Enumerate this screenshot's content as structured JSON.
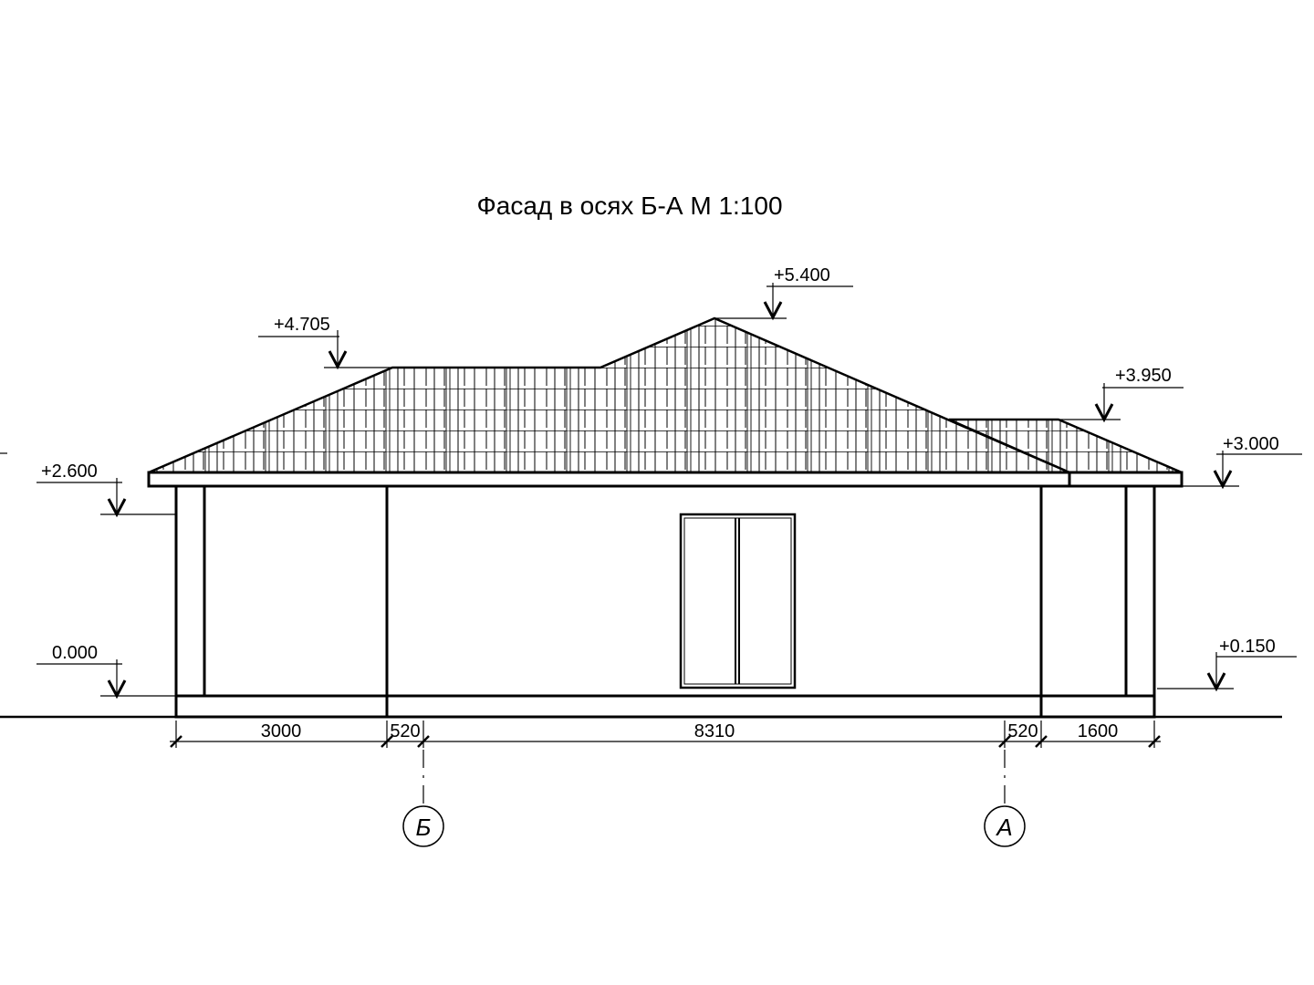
{
  "title": "Фасад в осях Б-А М 1:100",
  "levels": {
    "roof_left": "+4.705",
    "ridge": "+5.400",
    "roof_right": "+3.950",
    "eave_right": "+3.000",
    "eave_left": "+2.600",
    "ground_left": "0.000",
    "plinth_right": "+0.150"
  },
  "dimensions": [
    "3000",
    "520",
    "8310",
    "520",
    "1600"
  ],
  "axes": [
    "Б",
    "А"
  ]
}
